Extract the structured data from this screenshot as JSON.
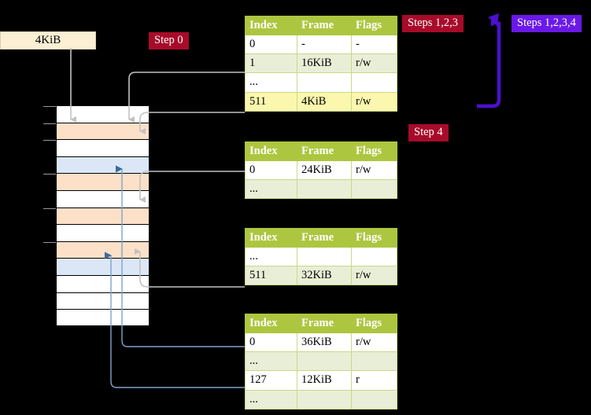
{
  "title": "Multi-level page table walk diagram",
  "labels": {
    "size_box": "4KiB",
    "step0": "Step 0",
    "steps123": "Steps 1,2,3",
    "steps1234": "Steps 1,2,3,4",
    "step4": "Step 4"
  },
  "colors": {
    "badge_red": "#a80b2a",
    "badge_violet": "#6a19e8",
    "table_header": "#adc63f",
    "table_alt_row": "#e9eed6",
    "highlight_row": "#fbf7ae",
    "memory_orange": "#fde0c8",
    "memory_blue": "#dbe7f7",
    "arrow_grey": "#b9b9b9",
    "arrow_blue": "#5b84b1",
    "arrow_violet": "#4b10d0",
    "background": "#000000",
    "size_box_fill": "#fbf0d4"
  },
  "tables": [
    {
      "id": "table-level-1",
      "headers": [
        "Index",
        "Frame",
        "Flags"
      ],
      "rows": [
        {
          "cells": [
            "0",
            "-",
            "-"
          ],
          "style": "white",
          "highlight": false
        },
        {
          "cells": [
            "1",
            "16KiB",
            "r/w"
          ],
          "style": "alt",
          "highlight": false
        },
        {
          "cells": [
            "...",
            "",
            ""
          ],
          "style": "white",
          "highlight": false
        },
        {
          "cells": [
            "511",
            "4KiB",
            "r/w"
          ],
          "style": "alt",
          "highlight": true
        }
      ]
    },
    {
      "id": "table-level-2",
      "headers": [
        "Index",
        "Frame",
        "Flags"
      ],
      "rows": [
        {
          "cells": [
            "0",
            "24KiB",
            "r/w"
          ],
          "style": "white",
          "highlight": false
        },
        {
          "cells": [
            "...",
            "",
            ""
          ],
          "style": "alt",
          "highlight": false
        }
      ]
    },
    {
      "id": "table-level-3",
      "headers": [
        "Index",
        "Frame",
        "Flags"
      ],
      "rows": [
        {
          "cells": [
            "...",
            "",
            ""
          ],
          "style": "white",
          "highlight": false
        },
        {
          "cells": [
            "511",
            "32KiB",
            "r/w"
          ],
          "style": "alt",
          "highlight": false
        }
      ]
    },
    {
      "id": "table-level-4",
      "headers": [
        "Index",
        "Frame",
        "Flags"
      ],
      "rows": [
        {
          "cells": [
            "0",
            "36KiB",
            "r/w"
          ],
          "style": "white",
          "highlight": false
        },
        {
          "cells": [
            "...",
            "",
            ""
          ],
          "style": "alt",
          "highlight": false
        },
        {
          "cells": [
            "127",
            "12KiB",
            "r"
          ],
          "style": "white",
          "highlight": false
        },
        {
          "cells": [
            "...",
            "",
            ""
          ],
          "style": "alt",
          "highlight": false
        }
      ]
    }
  ],
  "memory_column": {
    "rows": [
      {
        "fill": "white",
        "tick": true
      },
      {
        "fill": "orange",
        "tick": true
      },
      {
        "fill": "white",
        "tick": true
      },
      {
        "fill": "blue",
        "tick": false
      },
      {
        "fill": "orange",
        "tick": true
      },
      {
        "fill": "white",
        "tick": false
      },
      {
        "fill": "orange",
        "tick": true
      },
      {
        "fill": "white",
        "tick": false
      },
      {
        "fill": "orange",
        "tick": true
      },
      {
        "fill": "blue",
        "tick": false
      },
      {
        "fill": "white",
        "tick": false
      },
      {
        "fill": "white",
        "tick": false
      },
      {
        "fill": "white",
        "tick": false
      }
    ]
  }
}
